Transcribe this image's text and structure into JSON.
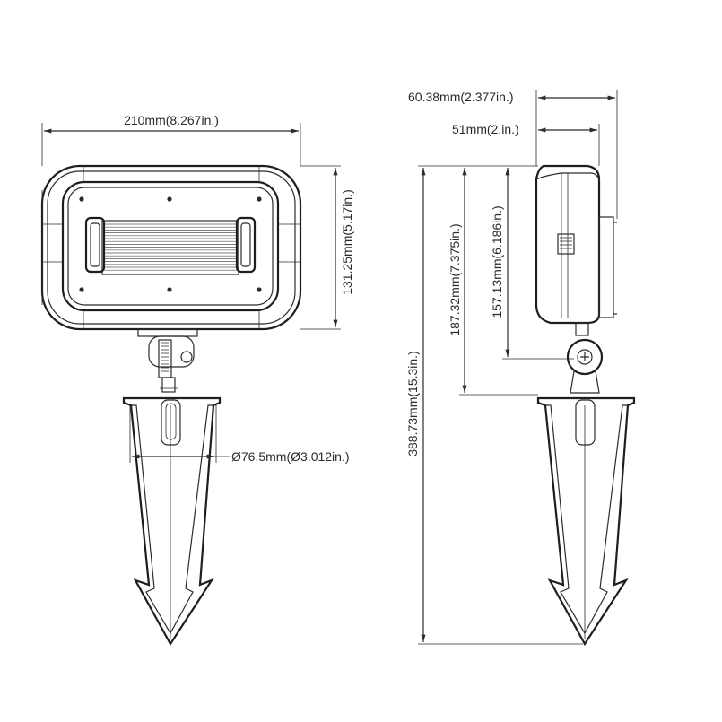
{
  "dimensions": {
    "width": "210mm(8.267in.)",
    "height_front": "131.25mm(5.17in.)",
    "diameter": "Ø76.5mm(Ø3.012in.)",
    "depth_total": "60.38mm(2.377in.)",
    "depth_body": "51mm(2.in.)",
    "height_mid": "187.32mm(7.375in.)",
    "height_pivot": "157.13mm(6.186in.)",
    "height_total": "388.73mm(15.3in.)"
  }
}
